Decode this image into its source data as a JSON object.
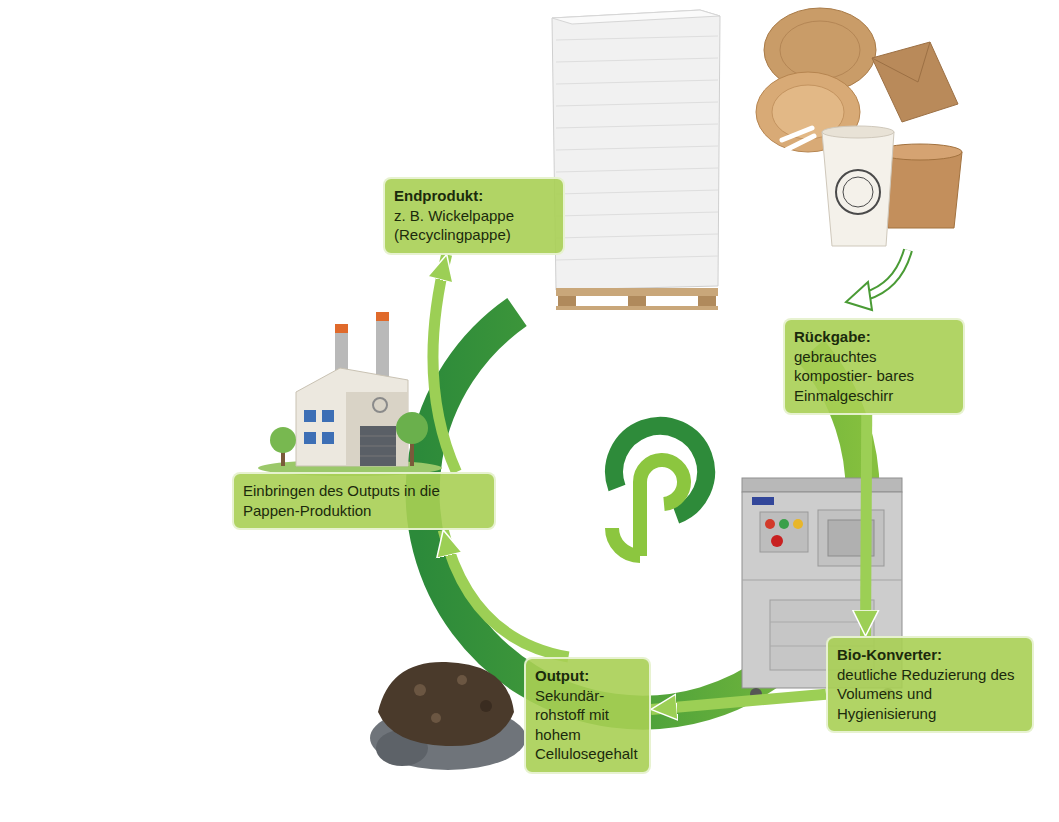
{
  "diagram": {
    "nodes": [
      {
        "text": [
          "Endprodukt:",
          "z. B. Wickelpappe (Recyclingpappe)"
        ]
      },
      {
        "text": [
          "Rückgabe:",
          "gebrauchtes kompostier- bares Einmalgeschirr"
        ]
      },
      {
        "text": [
          "Bio-Konverter:",
          "deutliche Reduzierung des Volumens und Hygienisierung"
        ]
      },
      {
        "text": [
          "Output:",
          "Sekundär- rohstoff mit hohem Cellulosegehalt"
        ]
      },
      {
        "text": [
          "Einbringen des Outputs in die Pappen-Produktion"
        ]
      }
    ],
    "edges": [
      {
        "from": 1,
        "to": 2,
        "arrow": "to"
      },
      {
        "from": 2,
        "to": 3,
        "arrow": "to"
      },
      {
        "from": 3,
        "to": 4,
        "arrow": "to"
      },
      {
        "from": 4,
        "to": 0,
        "arrow": "to"
      }
    ]
  }
}
